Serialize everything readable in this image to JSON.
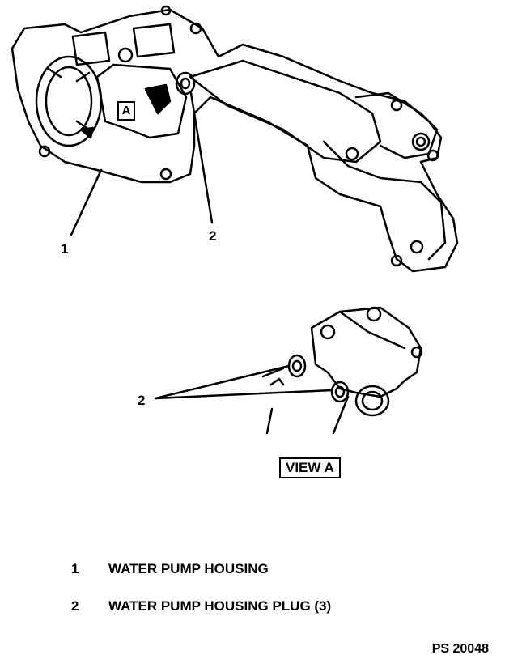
{
  "callouts": {
    "part_1": "1",
    "part_2_top": "2",
    "part_2_view": "2",
    "view_marker": "A"
  },
  "view_label": "VIEW A",
  "legend": [
    {
      "number": "1",
      "description": "WATER PUMP HOUSING"
    },
    {
      "number": "2",
      "description": "WATER PUMP HOUSING PLUG (3)"
    }
  ],
  "figure_code": "PS 20048"
}
